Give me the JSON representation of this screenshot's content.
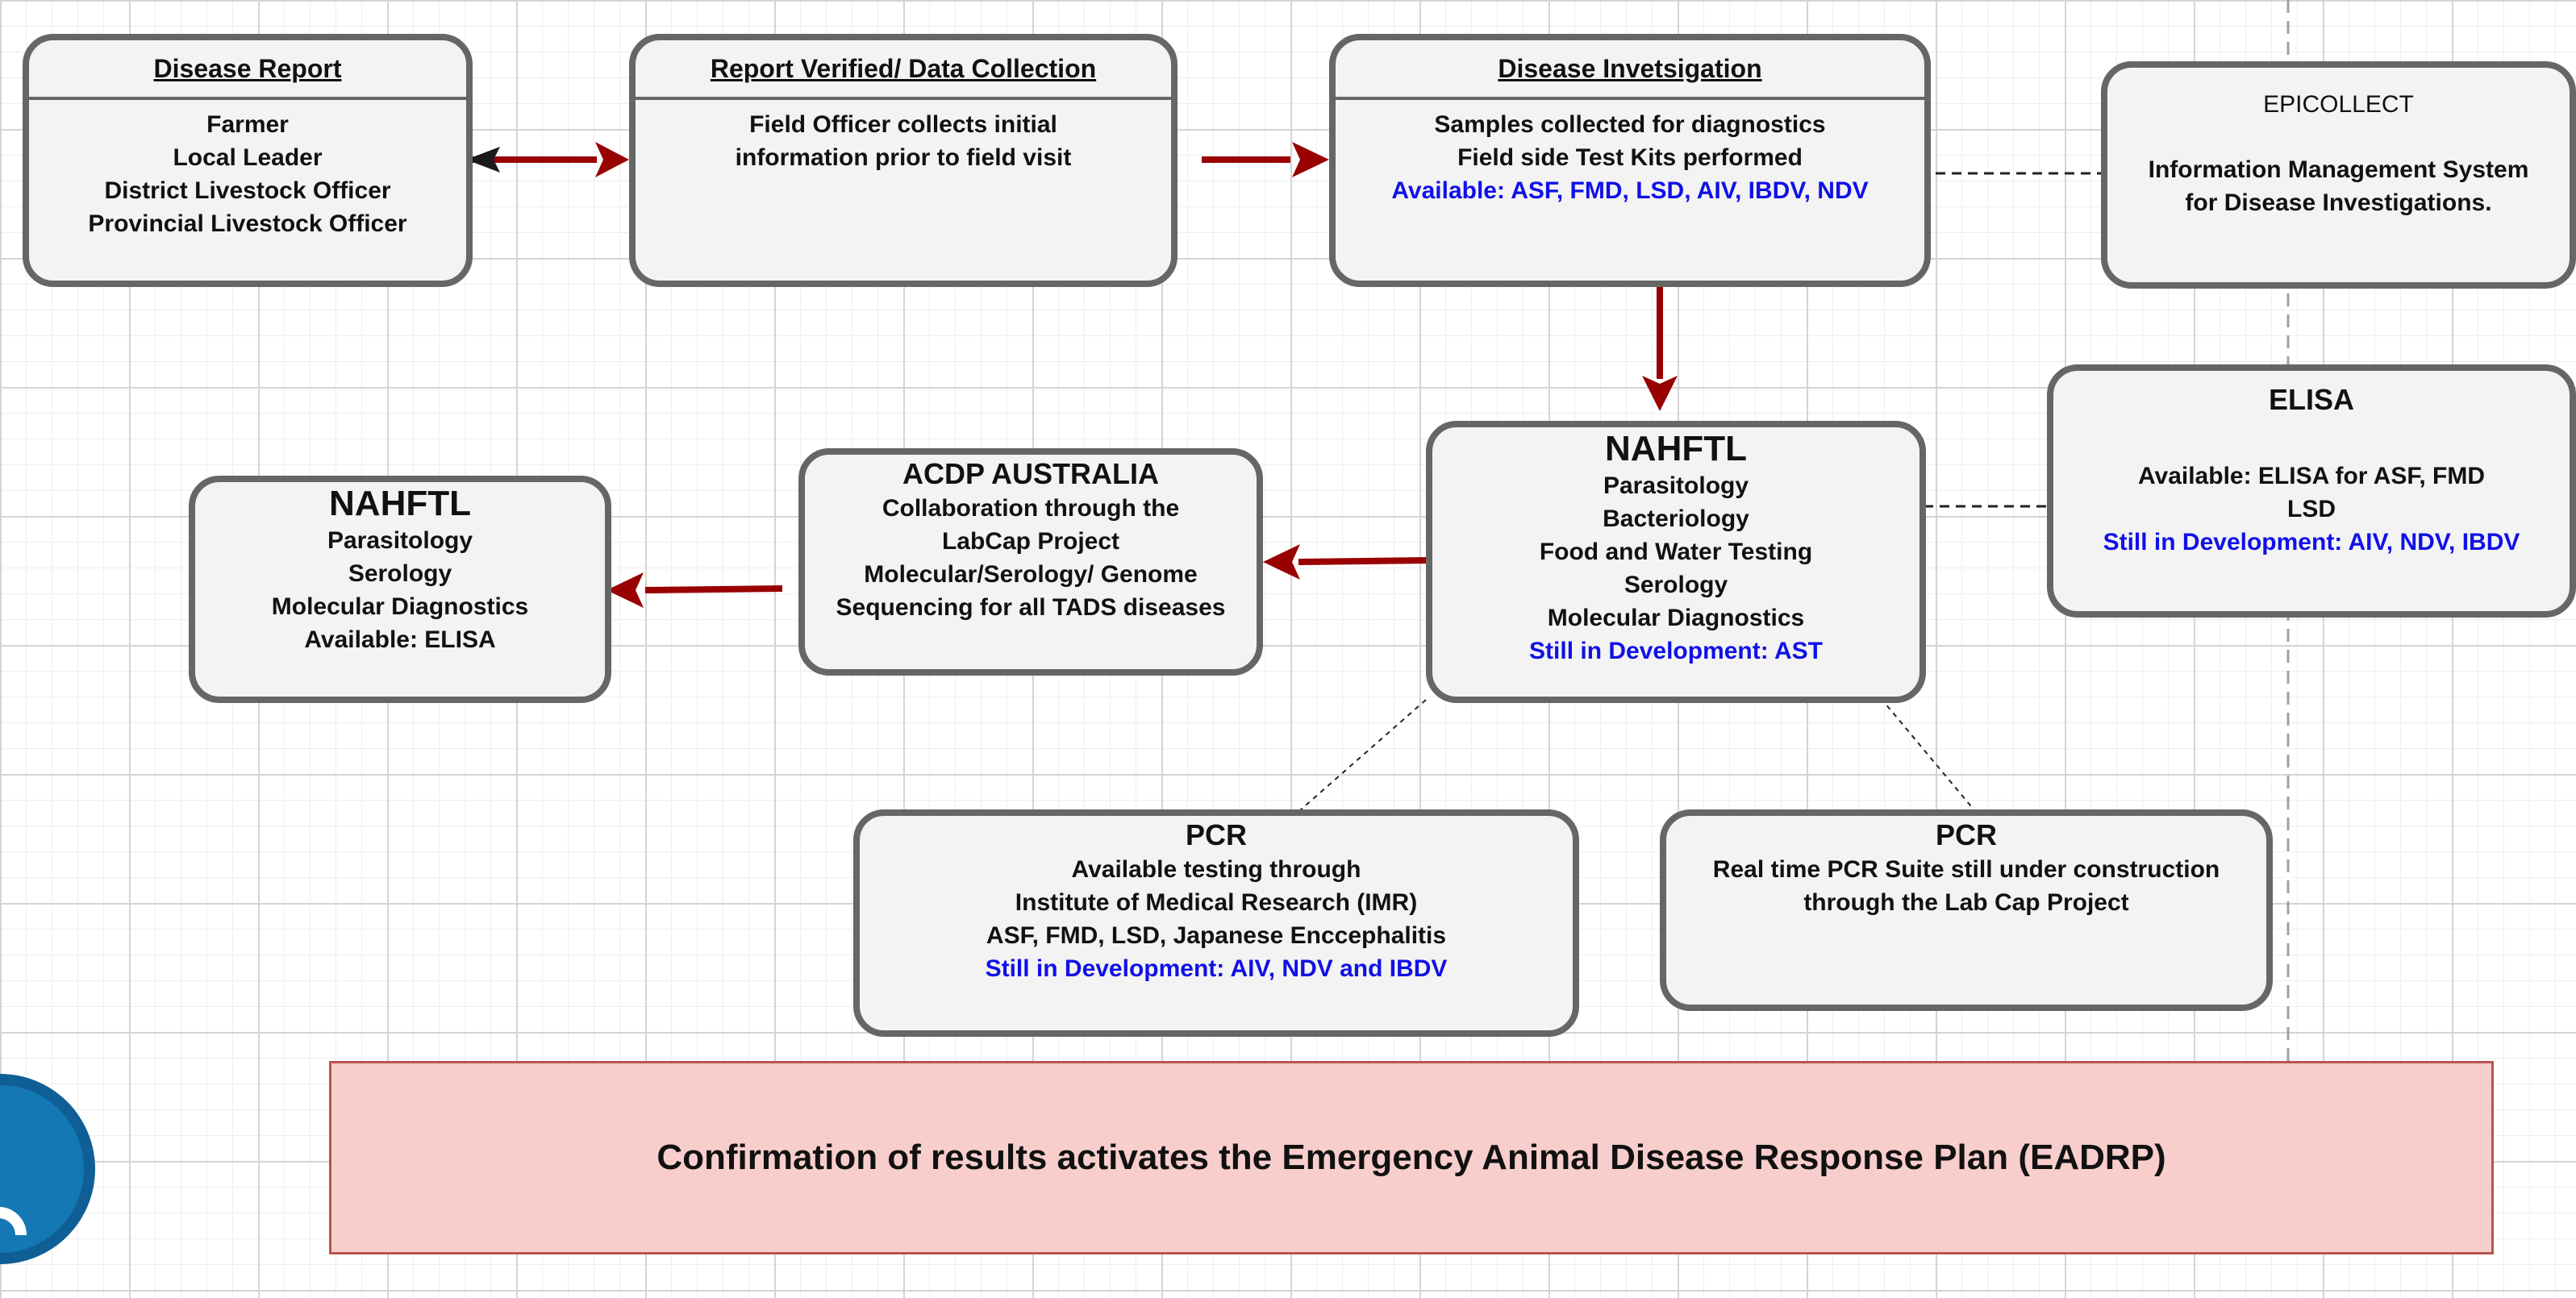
{
  "nodes": {
    "disease_report": {
      "title": "Disease Report",
      "lines": [
        "Farmer",
        "Local Leader",
        "District Livestock Officer",
        "Provincial Livestock Officer"
      ]
    },
    "report_verified": {
      "title": "Report Verified/ Data Collection",
      "lines": [
        "Field Officer collects initial",
        "information prior to field visit"
      ]
    },
    "disease_investigation": {
      "title": "Disease Invetsigation",
      "lines": [
        "Samples collected for diagnostics",
        "Field side Test Kits performed"
      ],
      "highlight": "Available: ASF, FMD, LSD, AIV, IBDV, NDV"
    },
    "epicollect": {
      "title": "EPICOLLECT",
      "lines": [
        "Information Management System",
        "for Disease Investigations."
      ]
    },
    "elisa": {
      "title": "ELISA",
      "lines": [
        "Available: ELISA for ASF, FMD",
        "LSD"
      ],
      "highlight": "Still in Development: AIV, NDV, IBDV"
    },
    "nahftl_main": {
      "title": "NAHFTL",
      "lines": [
        "Parasitology",
        "Bacteriology",
        "Food and Water Testing",
        "Serology",
        "Molecular Diagnostics"
      ],
      "highlight": "Still in Development: AST"
    },
    "acdp": {
      "title": "ACDP AUSTRALIA",
      "lines": [
        "Collaboration through the",
        "LabCap Project",
        "Molecular/Serology/ Genome",
        "Sequencing for all TADS diseases"
      ]
    },
    "nahftl_left": {
      "title": "NAHFTL",
      "lines": [
        "Parasitology",
        "Serology",
        "Molecular Diagnostics",
        "Available: ELISA"
      ]
    },
    "pcr_imr": {
      "title": "PCR",
      "lines": [
        "Available testing through",
        "Institute of Medical Research (IMR)",
        "ASF, FMD, LSD, Japanese Enccephalitis"
      ],
      "highlight": "Still in Development: AIV, NDV and IBDV"
    },
    "pcr_labcap": {
      "title": "PCR",
      "lines": [
        "Real time PCR Suite still under construction",
        "through the Lab Cap Project"
      ]
    }
  },
  "banner": {
    "text": "Confirmation of results activates the Emergency Animal Disease Response Plan (EADRP)"
  },
  "colors": {
    "box_border": "#666666",
    "box_fill": "#f3f3f3",
    "arrow": "#990000",
    "highlight_text": "#1010e8",
    "banner_fill": "#f8cecc",
    "banner_border": "#b85450",
    "logo": "#1478b5"
  },
  "icons": {
    "logo": "partial-circular-logo-icon"
  }
}
